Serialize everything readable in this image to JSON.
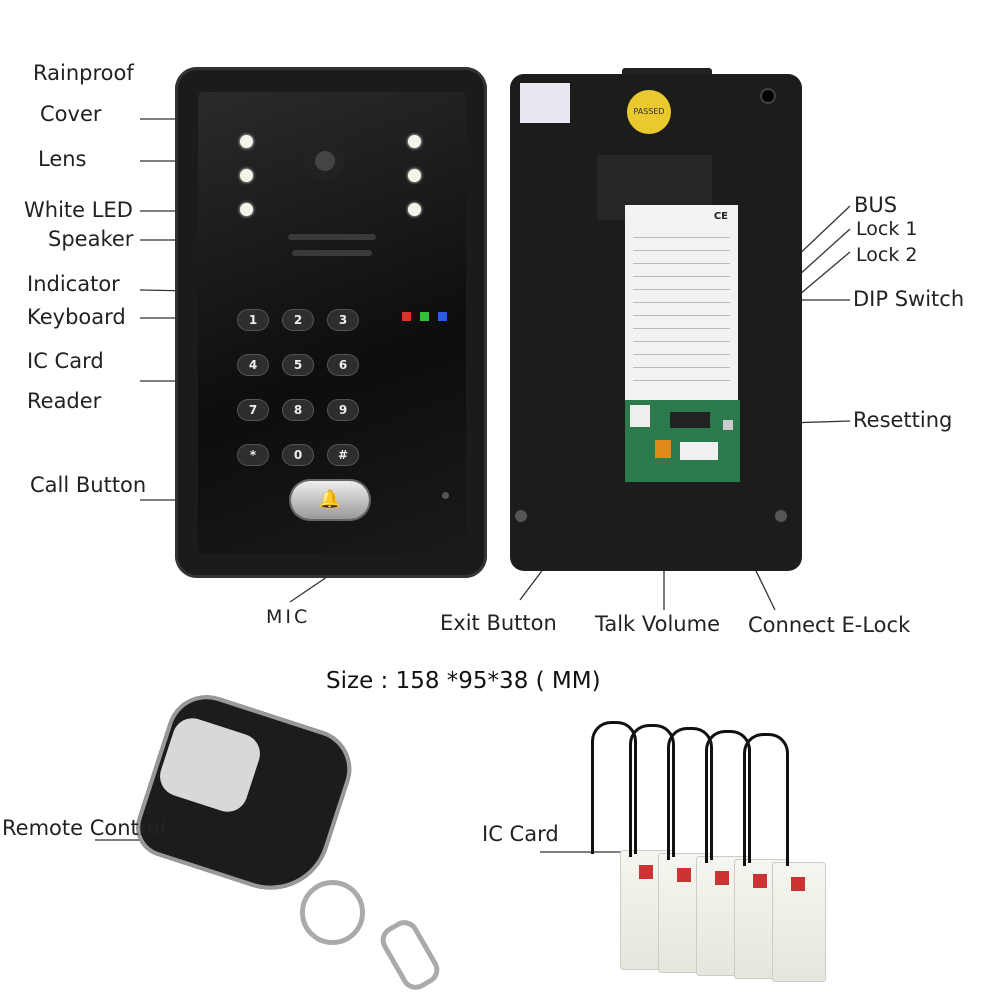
{
  "front_labels": {
    "rainproof": "Rainproof",
    "cover": "Cover",
    "lens": "Lens",
    "white_led": "White LED",
    "speaker": "Speaker",
    "indicator": "Indicator",
    "keyboard": "Keyboard",
    "ic_card": "IC Card",
    "reader": "Reader",
    "call_button": "Call Button",
    "mic": "MIC"
  },
  "keys": [
    "1",
    "2",
    "3",
    "4",
    "5",
    "6",
    "7",
    "8",
    "9",
    "*",
    "0",
    "#"
  ],
  "back_labels": {
    "bus": "BUS",
    "lock1": "Lock  1",
    "lock2": "Lock  2",
    "dip_switch": "DIP Switch",
    "resetting": "Resetting",
    "exit_button": "Exit Button",
    "talk_volume": "Talk Volume",
    "connect_elock": "Connect E-Lock"
  },
  "sticker": {
    "passed": "PASSED",
    "ce": "CE"
  },
  "size_text": "Size : 158 *95*38 ( MM)",
  "accessories": {
    "remote": "Remote Control",
    "ic_card": "IC Card"
  },
  "colors": {
    "indicator_red": "#e0302a",
    "indicator_green": "#2fc23a",
    "indicator_blue": "#2a5de0"
  }
}
